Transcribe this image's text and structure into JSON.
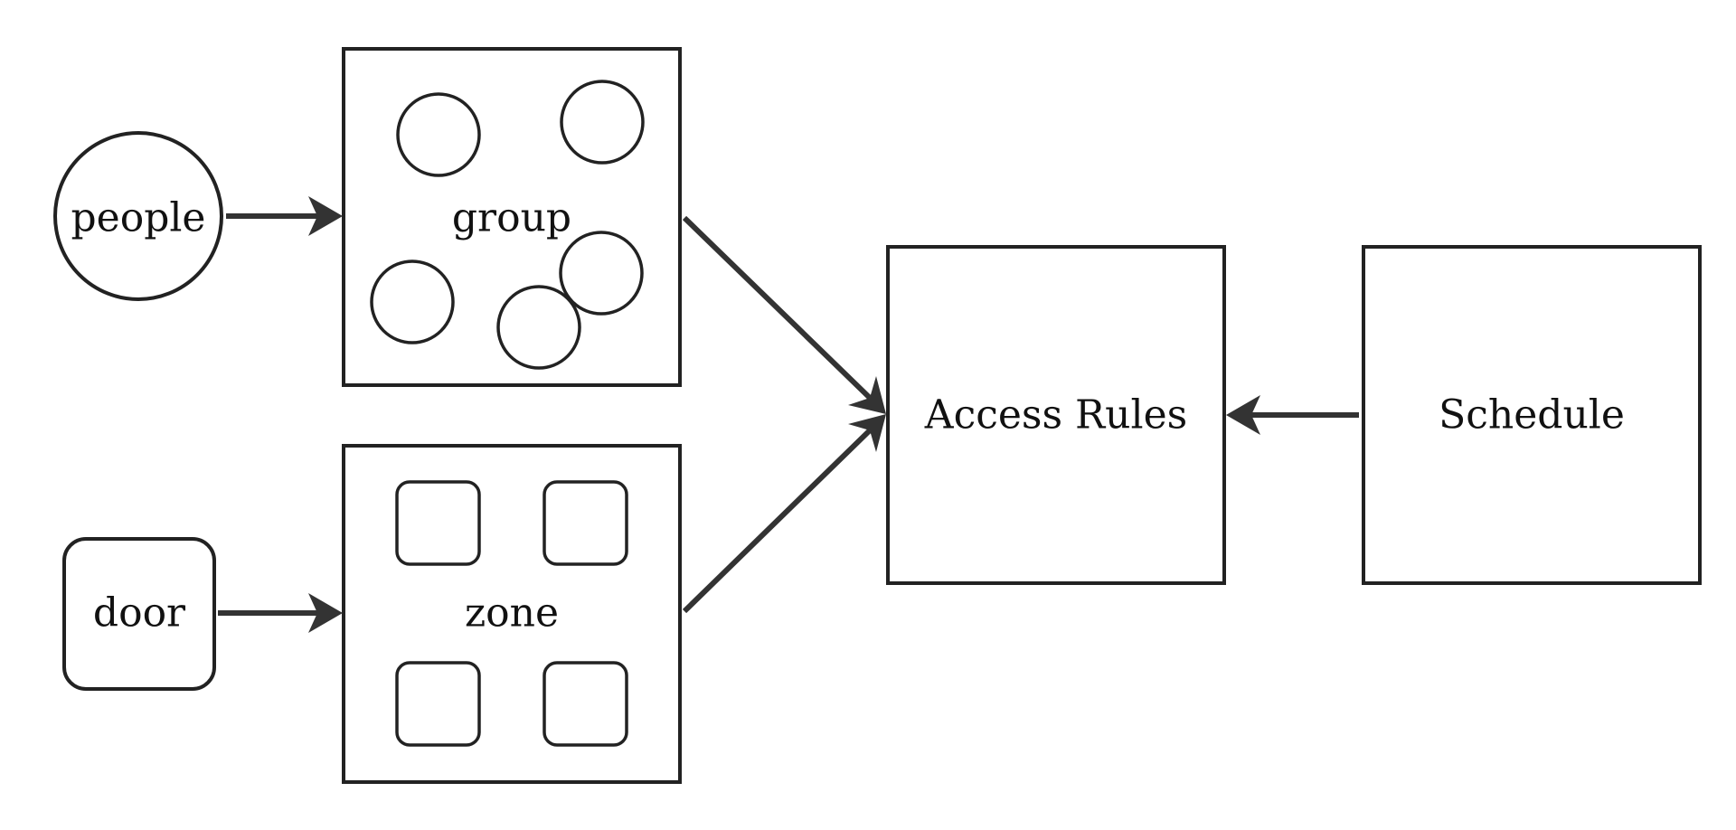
{
  "diagram": {
    "colors": {
      "stroke": "#222222",
      "edge": "#333333",
      "background": "#ffffff",
      "text": "#111111"
    },
    "nodes": {
      "people": {
        "label": "people",
        "shape": "circle"
      },
      "group": {
        "label": "group",
        "shape": "rectangle"
      },
      "door": {
        "label": "door",
        "shape": "rounded-rectangle"
      },
      "zone": {
        "label": "zone",
        "shape": "rectangle"
      },
      "access_rules": {
        "label": "Access Rules",
        "shape": "rectangle"
      },
      "schedule": {
        "label": "Schedule",
        "shape": "rectangle"
      }
    },
    "edges": [
      {
        "from": "people",
        "to": "group"
      },
      {
        "from": "door",
        "to": "zone"
      },
      {
        "from": "group",
        "to": "Access Rules"
      },
      {
        "from": "zone",
        "to": "Access Rules"
      },
      {
        "from": "Schedule",
        "to": "Access Rules"
      }
    ]
  }
}
